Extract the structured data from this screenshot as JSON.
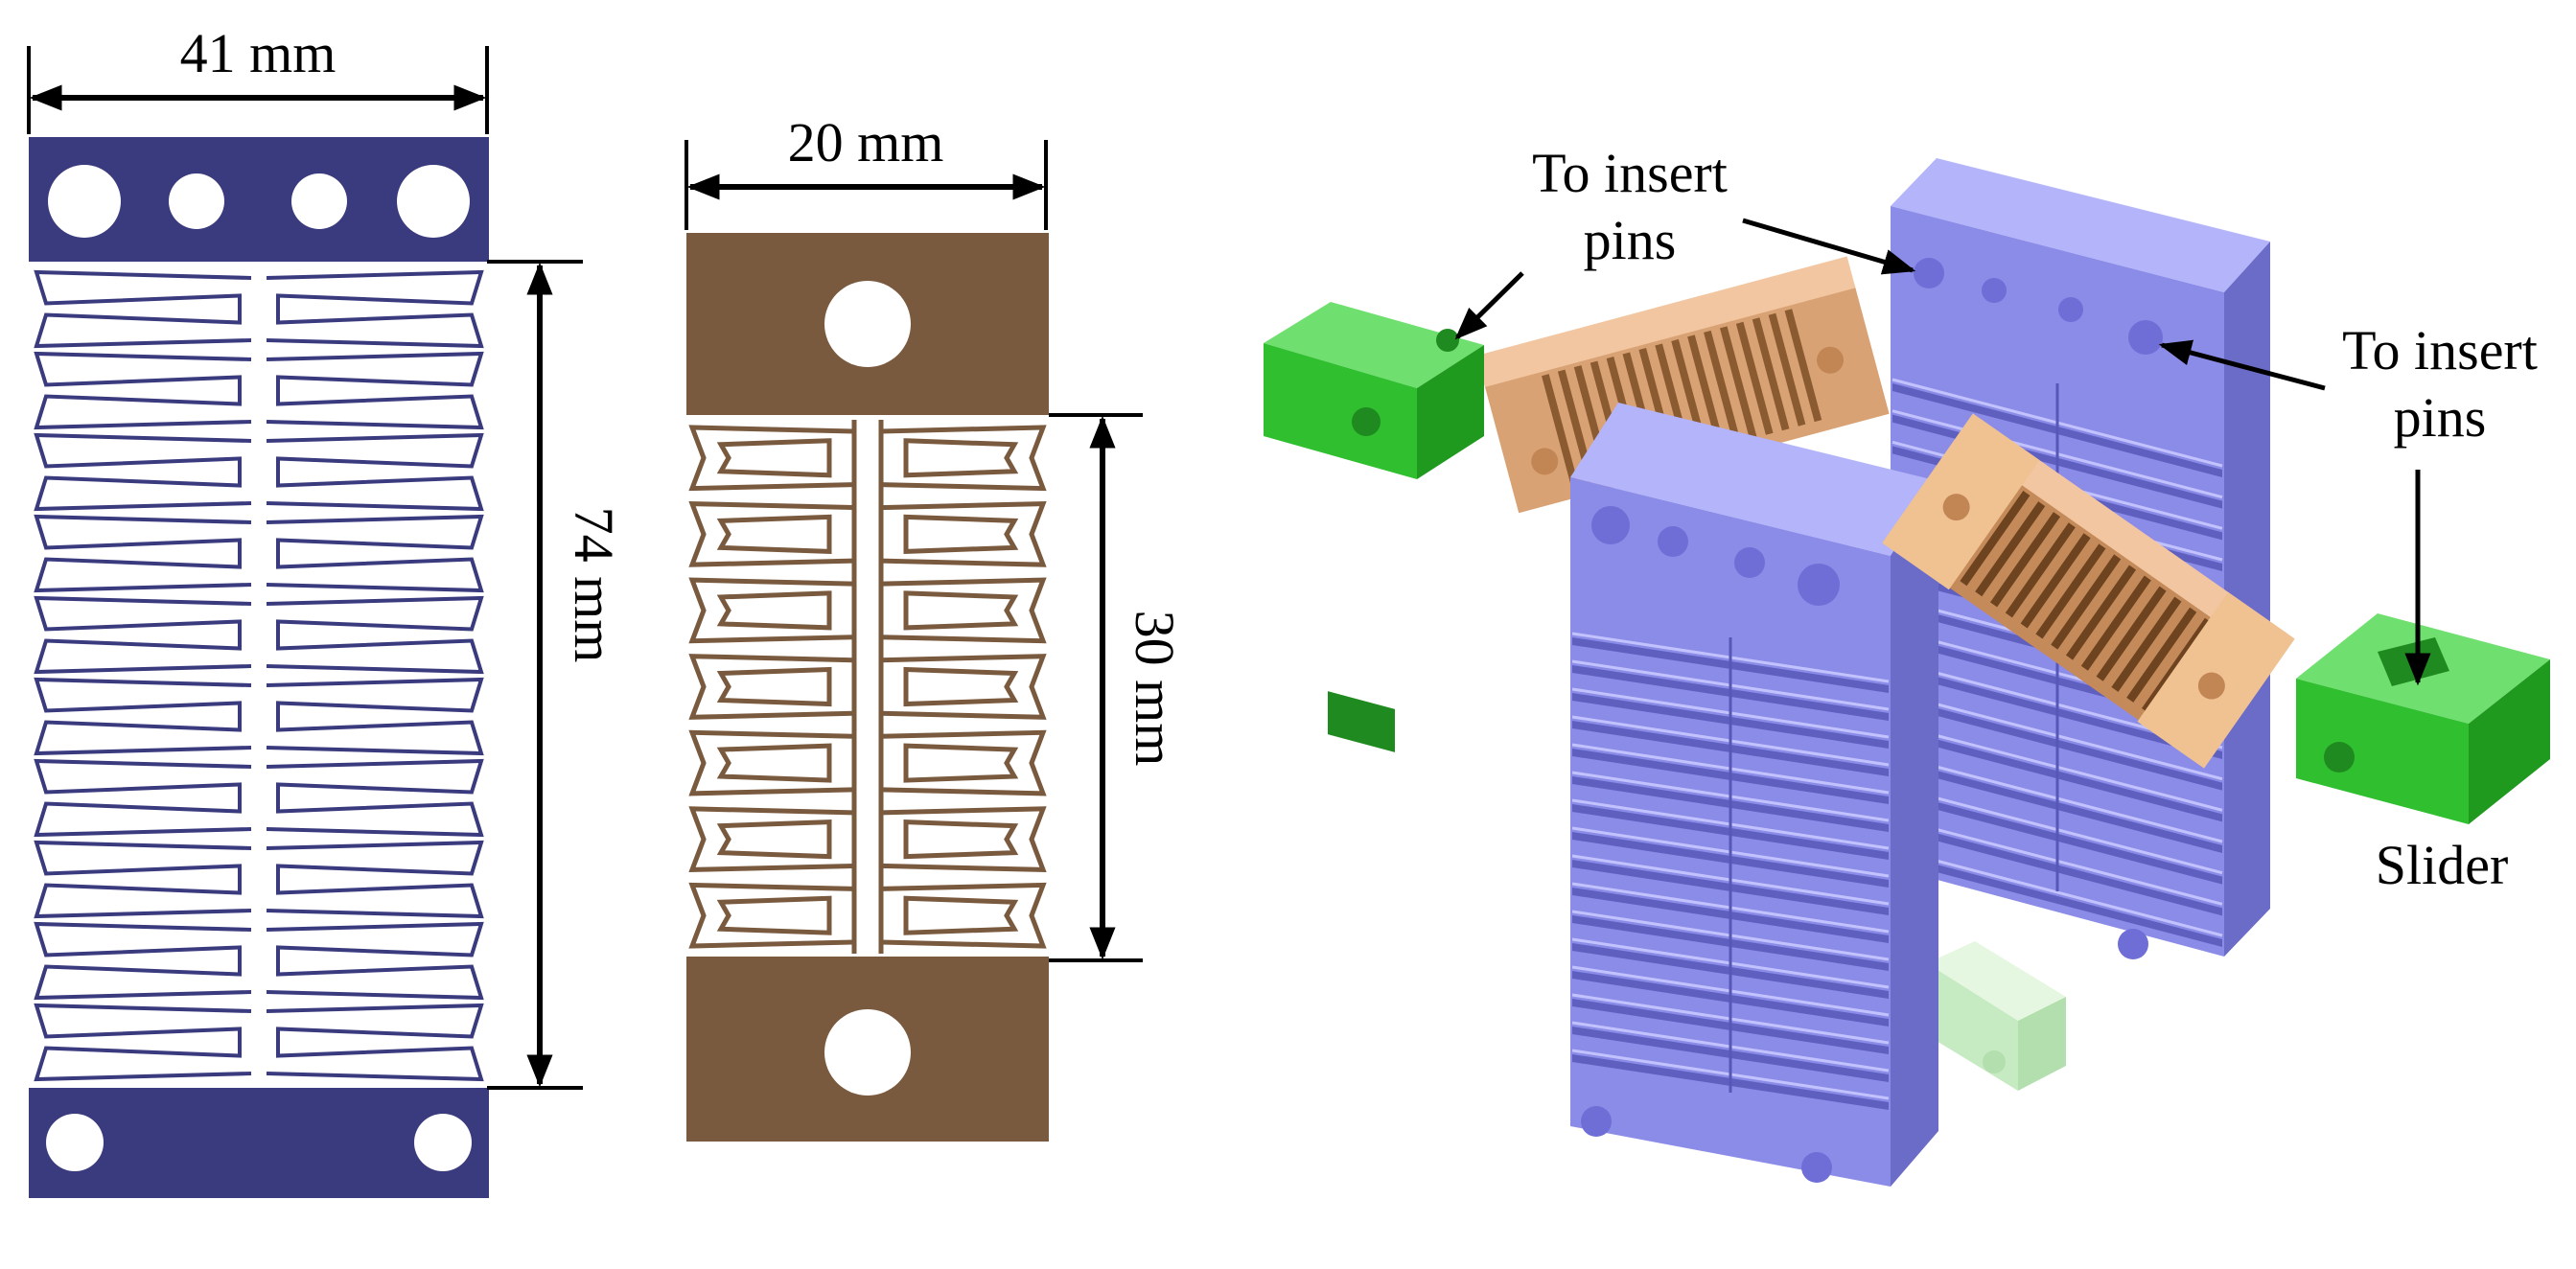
{
  "left_spring": {
    "width_label": "41 mm",
    "height_label": "74 mm",
    "color": "#3a3a7e"
  },
  "middle_spring": {
    "width_label": "20 mm",
    "height_label": "30 mm",
    "color": "#7a5a3e"
  },
  "assembly": {
    "label_pins_left": [
      "To insert",
      "pins"
    ],
    "label_pins_right": [
      "To insert",
      "pins"
    ],
    "label_slider": "Slider",
    "colors": {
      "blue_block": "#9696f0",
      "green_slider": "#35cc35",
      "tan_part": "#e8b383"
    }
  }
}
